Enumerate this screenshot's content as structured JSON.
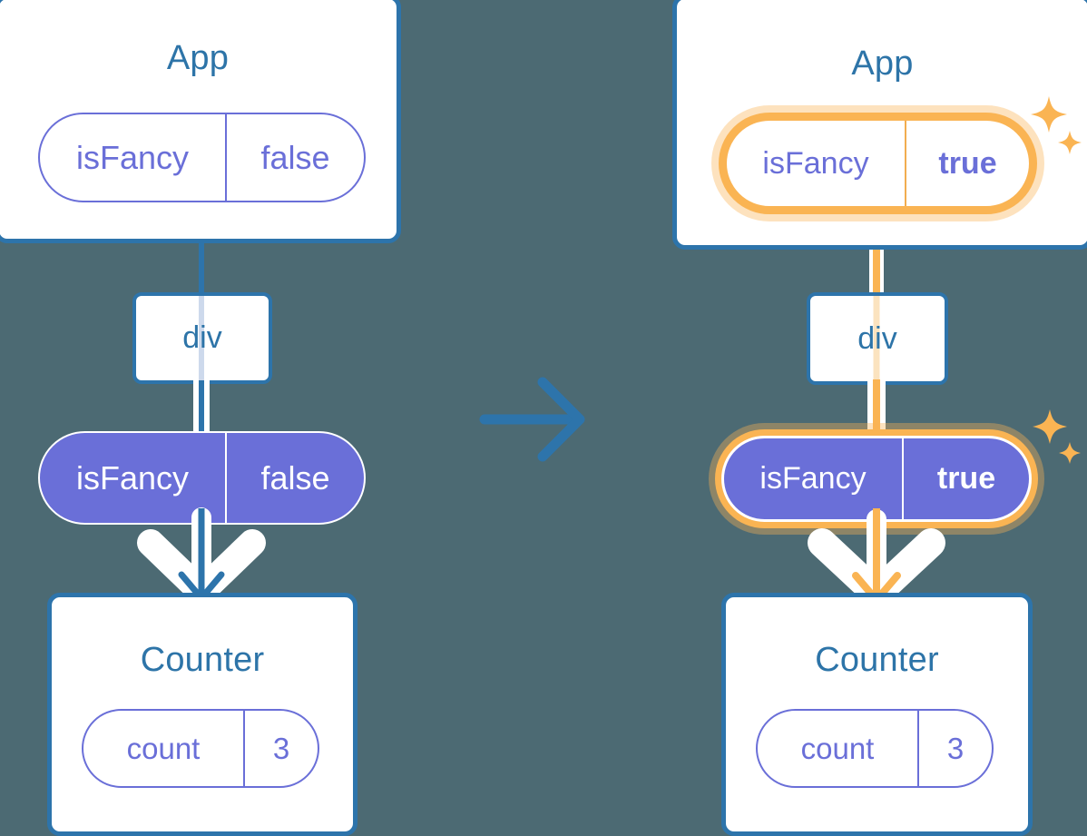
{
  "background_color": "#4c6a73",
  "palette": {
    "card_border_blue": "#2d74ab",
    "title_blue": "#2d74a8",
    "purple": "#6a6fd8",
    "highlight_orange": "#fab453",
    "highlight_glow": "#fbdfb0",
    "white": "#ffffff"
  },
  "transition": {
    "arrow_icon": "right-arrow-icon",
    "arrow_color": "#2d74ab"
  },
  "panels": [
    {
      "id": "before",
      "app_card": {
        "title": "App",
        "state_pill": {
          "key": "isFancy",
          "value": "false",
          "highlighted": false,
          "style": "outline"
        }
      },
      "div_node": {
        "label": "div"
      },
      "props_pill": {
        "key": "isFancy",
        "value": "false",
        "highlighted": false,
        "style": "solid"
      },
      "counter_card": {
        "title": "Counter",
        "state_pill": {
          "key": "count",
          "value": "3",
          "highlighted": false,
          "style": "outline"
        }
      },
      "flow_color": "#2d74ab",
      "sparkles": false
    },
    {
      "id": "after",
      "app_card": {
        "title": "App",
        "state_pill": {
          "key": "isFancy",
          "value": "true",
          "highlighted": true,
          "style": "hl-outline"
        }
      },
      "div_node": {
        "label": "div"
      },
      "props_pill": {
        "key": "isFancy",
        "value": "true",
        "highlighted": true,
        "style": "hl-solid"
      },
      "counter_card": {
        "title": "Counter",
        "state_pill": {
          "key": "count",
          "value": "3",
          "highlighted": false,
          "style": "outline"
        }
      },
      "flow_color": "#fab453",
      "sparkles": true
    }
  ]
}
